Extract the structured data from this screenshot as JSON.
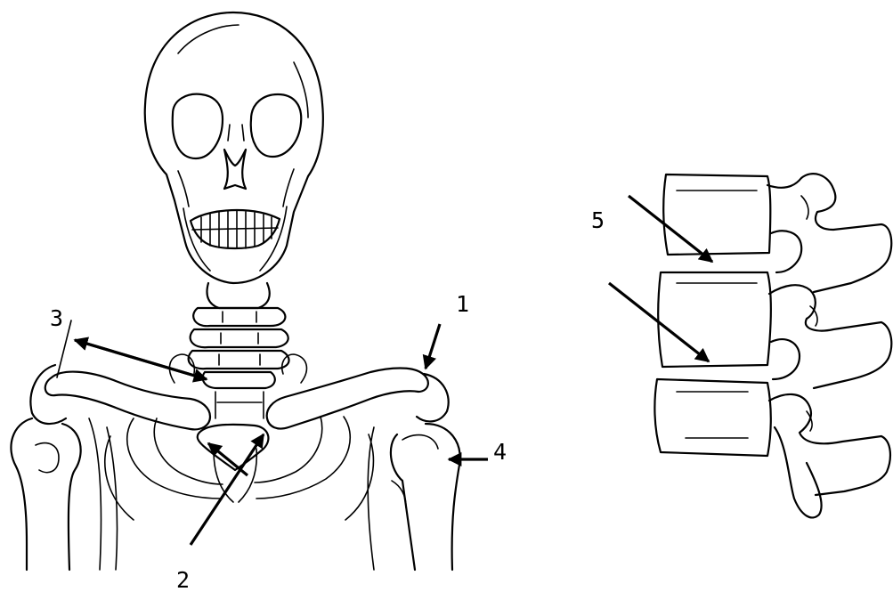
{
  "figure": {
    "callouts": [
      {
        "id": "1",
        "text": "1"
      },
      {
        "id": "2",
        "text": "2"
      },
      {
        "id": "3",
        "text": "3"
      },
      {
        "id": "4",
        "text": "4"
      },
      {
        "id": "5",
        "text": "5"
      }
    ]
  },
  "style": {
    "ink_color": "#000000",
    "background": "#ffffff"
  }
}
